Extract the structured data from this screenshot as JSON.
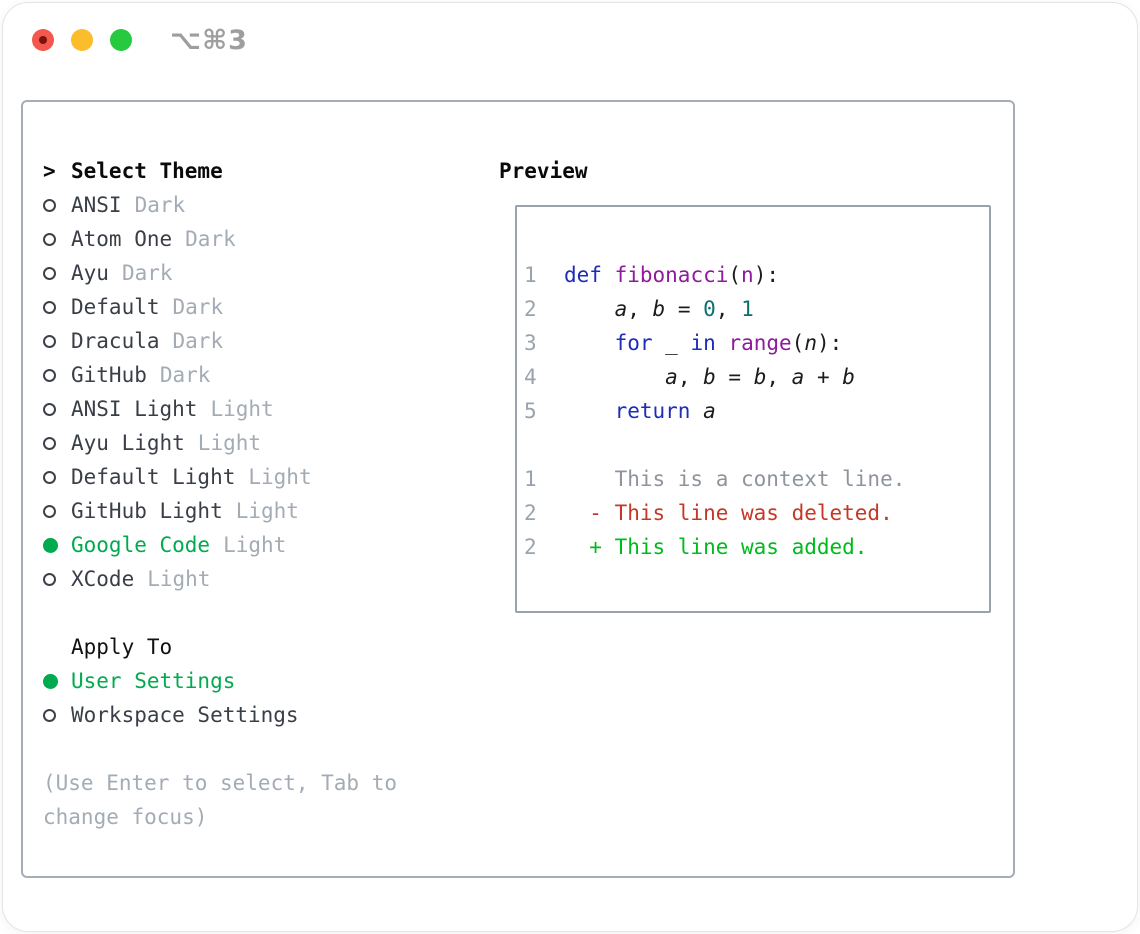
{
  "window": {
    "title": "⌥⌘3"
  },
  "colors": {
    "accent_green": "#00ab4f",
    "added_green": "#00bb1d",
    "deleted_red": "#c53825",
    "keyword_navy": "#1e2cb8",
    "function_purple": "#8e1a9e",
    "number_teal": "#0d7070",
    "muted_gray": "#a3abb5",
    "line_number_gray": "#9aa3ad",
    "context_gray": "#8d949d",
    "text_dark": "#3a3f47",
    "code_text": "#1c1c1e",
    "panel_border": "#a6adb7",
    "preview_border": "#9aa2ac",
    "traffic_red": "#f4574e",
    "traffic_red_dot": "#7c120b",
    "traffic_yellow": "#fbbd2b",
    "traffic_green": "#27c93f",
    "title_gray": "#9e9e9e"
  },
  "theme_panel": {
    "header": {
      "marker": ">",
      "label": "Select Theme"
    },
    "themes": [
      {
        "name": "ANSI",
        "tag": "Dark",
        "selected": false
      },
      {
        "name": "Atom One",
        "tag": "Dark",
        "selected": false
      },
      {
        "name": "Ayu",
        "tag": "Dark",
        "selected": false
      },
      {
        "name": "Default",
        "tag": "Dark",
        "selected": false
      },
      {
        "name": "Dracula",
        "tag": "Dark",
        "selected": false
      },
      {
        "name": "GitHub",
        "tag": "Dark",
        "selected": false
      },
      {
        "name": "ANSI Light",
        "tag": "Light",
        "selected": false
      },
      {
        "name": "Ayu Light",
        "tag": "Light",
        "selected": false
      },
      {
        "name": "Default Light",
        "tag": "Light",
        "selected": false
      },
      {
        "name": "GitHub Light",
        "tag": "Light",
        "selected": false
      },
      {
        "name": "Google Code",
        "tag": "Light",
        "selected": true
      },
      {
        "name": "XCode",
        "tag": "Light",
        "selected": false
      }
    ],
    "apply_to": {
      "label": "Apply To",
      "options": [
        {
          "label": "User Settings",
          "selected": true
        },
        {
          "label": "Workspace Settings",
          "selected": false
        }
      ]
    },
    "help_text": "(Use Enter to select, Tab to change focus)"
  },
  "preview": {
    "label": "Preview",
    "code_lines": [
      {
        "num": "",
        "tokens": []
      },
      {
        "num": "1",
        "tokens": [
          [
            "kw",
            "def"
          ],
          [
            "pl",
            " "
          ],
          [
            "fn",
            "fibonacci"
          ],
          [
            "pl",
            "("
          ],
          [
            "fn",
            "n"
          ],
          [
            "pl",
            "):"
          ]
        ]
      },
      {
        "num": "2",
        "tokens": [
          [
            "pl",
            "    "
          ],
          [
            "var",
            "a"
          ],
          [
            "pl",
            ", "
          ],
          [
            "var",
            "b"
          ],
          [
            "pl",
            " = "
          ],
          [
            "num",
            "0"
          ],
          [
            "pl",
            ", "
          ],
          [
            "num",
            "1"
          ]
        ]
      },
      {
        "num": "3",
        "tokens": [
          [
            "pl",
            "    "
          ],
          [
            "kw",
            "for"
          ],
          [
            "pl",
            " "
          ],
          [
            "var",
            "_"
          ],
          [
            "pl",
            " "
          ],
          [
            "kw",
            "in"
          ],
          [
            "pl",
            " "
          ],
          [
            "fn",
            "range"
          ],
          [
            "pl",
            "("
          ],
          [
            "var",
            "n"
          ],
          [
            "pl",
            "):"
          ]
        ]
      },
      {
        "num": "4",
        "tokens": [
          [
            "pl",
            "        "
          ],
          [
            "var",
            "a"
          ],
          [
            "pl",
            ", "
          ],
          [
            "var",
            "b"
          ],
          [
            "pl",
            " = "
          ],
          [
            "var",
            "b"
          ],
          [
            "pl",
            ", "
          ],
          [
            "var",
            "a"
          ],
          [
            "pl",
            " + "
          ],
          [
            "var",
            "b"
          ]
        ]
      },
      {
        "num": "5",
        "tokens": [
          [
            "pl",
            "    "
          ],
          [
            "kw",
            "return"
          ],
          [
            "pl",
            " "
          ],
          [
            "var",
            "a"
          ]
        ]
      },
      {
        "num": "",
        "tokens": []
      },
      {
        "num": "1",
        "tokens": [
          [
            "ctx",
            "    This is a context line."
          ]
        ]
      },
      {
        "num": "2",
        "tokens": [
          [
            "del",
            "  - This line was deleted."
          ]
        ]
      },
      {
        "num": "2",
        "tokens": [
          [
            "add",
            "  + This line was added."
          ]
        ]
      }
    ]
  }
}
